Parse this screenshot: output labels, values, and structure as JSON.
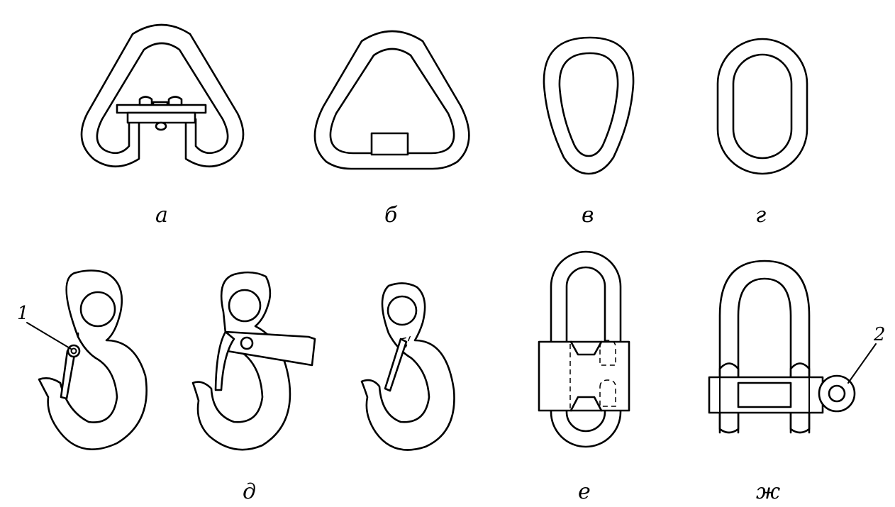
{
  "figure_labels": {
    "a": "а",
    "b": "б",
    "v": "в",
    "g": "г",
    "d": "д",
    "e": "е",
    "zh": "ж"
  },
  "callouts": {
    "one": "1",
    "two": "2"
  }
}
